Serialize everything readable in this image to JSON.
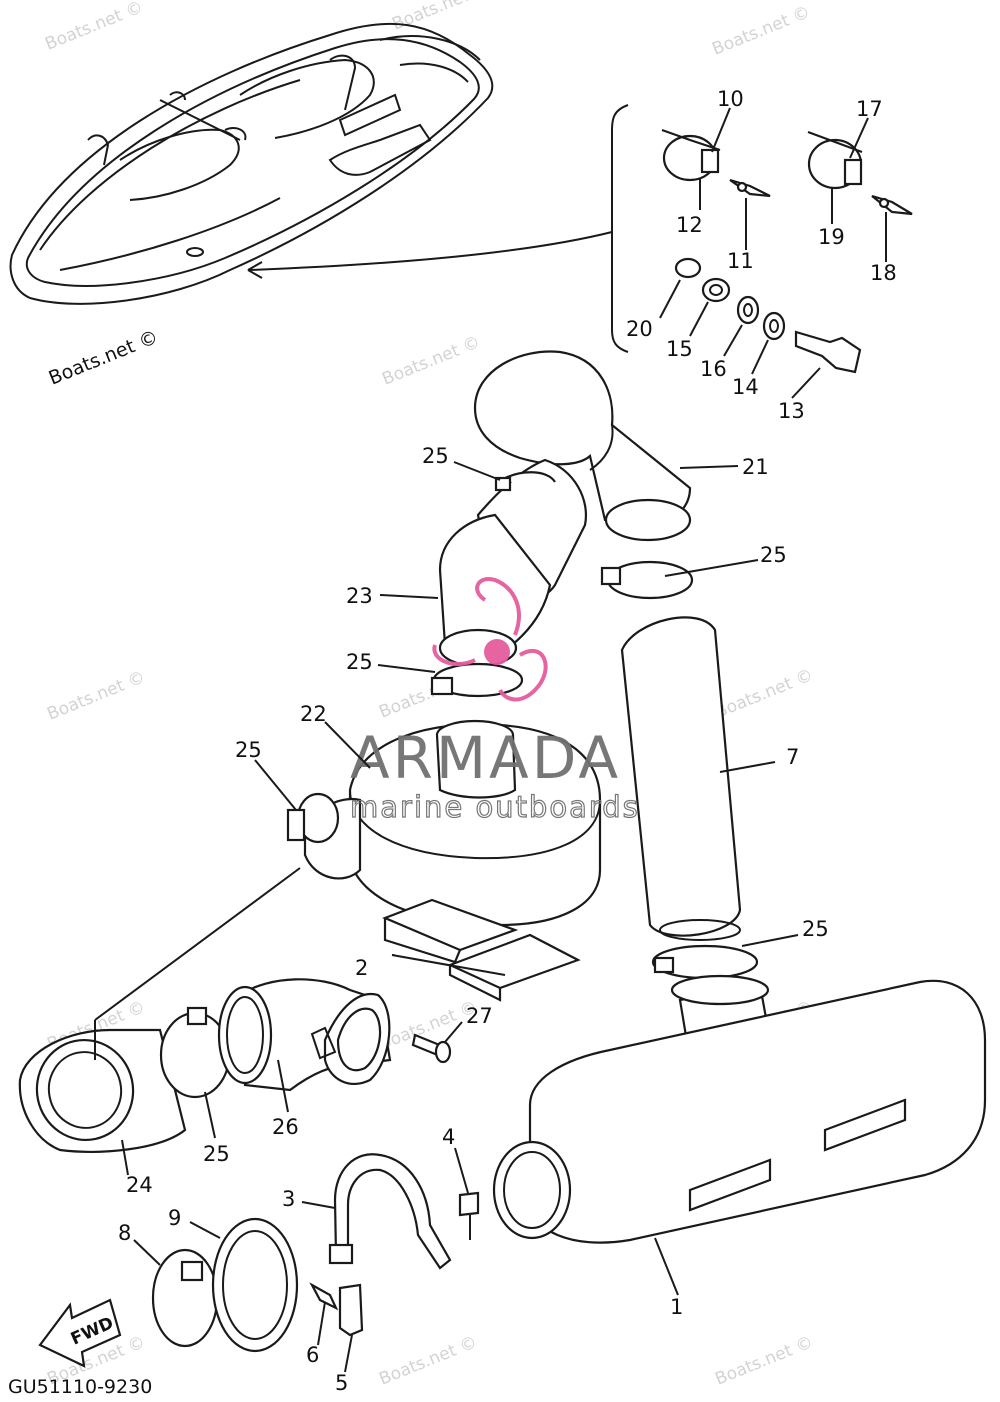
{
  "watermark_text": "Boats.net ©",
  "copyright_label": "Boats.net ©",
  "diagram_code": "GU51110-9230",
  "fwd_label": "FWD",
  "logo": {
    "brand": "ARMADA",
    "tagline": "marine outboards",
    "color": "#e45c9c"
  },
  "callouts": [
    {
      "id": "1",
      "text": "1"
    },
    {
      "id": "2",
      "text": "2"
    },
    {
      "id": "3",
      "text": "3"
    },
    {
      "id": "4",
      "text": "4"
    },
    {
      "id": "5",
      "text": "5"
    },
    {
      "id": "6",
      "text": "6"
    },
    {
      "id": "7",
      "text": "7"
    },
    {
      "id": "8",
      "text": "8"
    },
    {
      "id": "9",
      "text": "9"
    },
    {
      "id": "10",
      "text": "10"
    },
    {
      "id": "11",
      "text": "11"
    },
    {
      "id": "12",
      "text": "12"
    },
    {
      "id": "13",
      "text": "13"
    },
    {
      "id": "14",
      "text": "14"
    },
    {
      "id": "15",
      "text": "15"
    },
    {
      "id": "16",
      "text": "16"
    },
    {
      "id": "17",
      "text": "17"
    },
    {
      "id": "18",
      "text": "18"
    },
    {
      "id": "19",
      "text": "19"
    },
    {
      "id": "20",
      "text": "20"
    },
    {
      "id": "21",
      "text": "21"
    },
    {
      "id": "22",
      "text": "22"
    },
    {
      "id": "23",
      "text": "23"
    },
    {
      "id": "24",
      "text": "24"
    },
    {
      "id": "25a",
      "text": "25"
    },
    {
      "id": "25b",
      "text": "25"
    },
    {
      "id": "25c",
      "text": "25"
    },
    {
      "id": "25d",
      "text": "25"
    },
    {
      "id": "25e",
      "text": "25"
    },
    {
      "id": "25f",
      "text": "25"
    },
    {
      "id": "26",
      "text": "26"
    },
    {
      "id": "27",
      "text": "27"
    }
  ]
}
